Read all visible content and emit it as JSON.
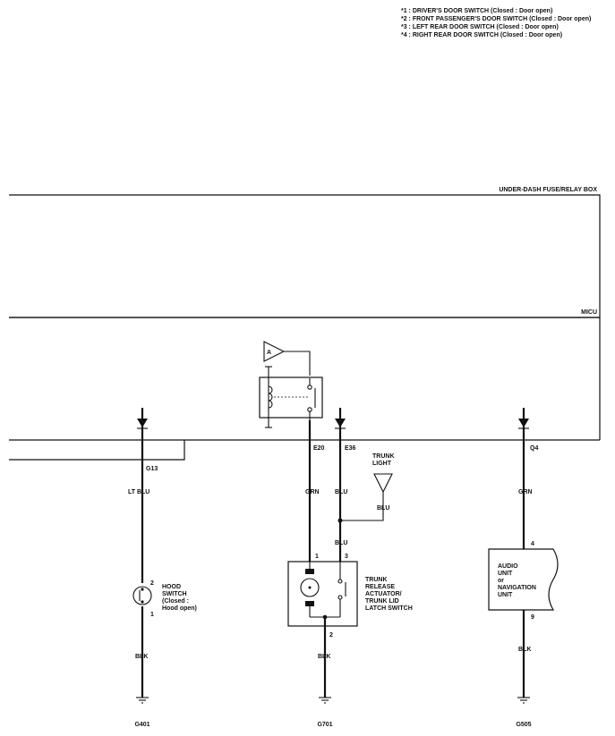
{
  "notes": [
    "*1 : DRIVER'S DOOR SWITCH (Closed : Door open)",
    "*2 : FRONT PASSENGER'S DOOR SWITCH (Closed : Door open)",
    "*3 : LEFT REAR DOOR SWITCH (Closed : Door open)",
    "*4 : RIGHT REAR DOOR SWITCH (Closed : Door open)"
  ],
  "boxes": {
    "fuse_box": "UNDER-DASH FUSE/RELAY BOX",
    "micu": "MICU"
  },
  "connector_ref": "A",
  "terminals": {
    "g13": "G13",
    "e20": "E20",
    "e36": "E36",
    "q4": "Q4"
  },
  "wires": {
    "lt_blu": "LT BLU",
    "grn_left": "GRN",
    "blu_mid": "BLU",
    "blu_light": "BLU",
    "blu_lower": "BLU",
    "grn_right": "GRN",
    "blk_left": "BLK",
    "blk_mid": "BLK",
    "blk_right": "BLK"
  },
  "components": {
    "trunk_light": [
      "TRUNK",
      "LIGHT"
    ],
    "hood_switch": [
      "HOOD",
      "SWITCH",
      "(Closed :",
      "Hood open)"
    ],
    "trunk_actuator": [
      "TRUNK",
      "RELEASE",
      "ACTUATOR/",
      "TRUNK LID",
      "LATCH SWITCH"
    ],
    "audio_unit": [
      "AUDIO",
      "UNIT",
      "or",
      "NAVIGATION",
      "UNIT"
    ]
  },
  "pins": {
    "hood_2": "2",
    "hood_1": "1",
    "actuator_1": "1",
    "actuator_3": "3",
    "actuator_2": "2",
    "audio_4": "4",
    "audio_9": "9"
  },
  "grounds": {
    "g401": "G401",
    "g701": "G701",
    "g505": "G505"
  }
}
